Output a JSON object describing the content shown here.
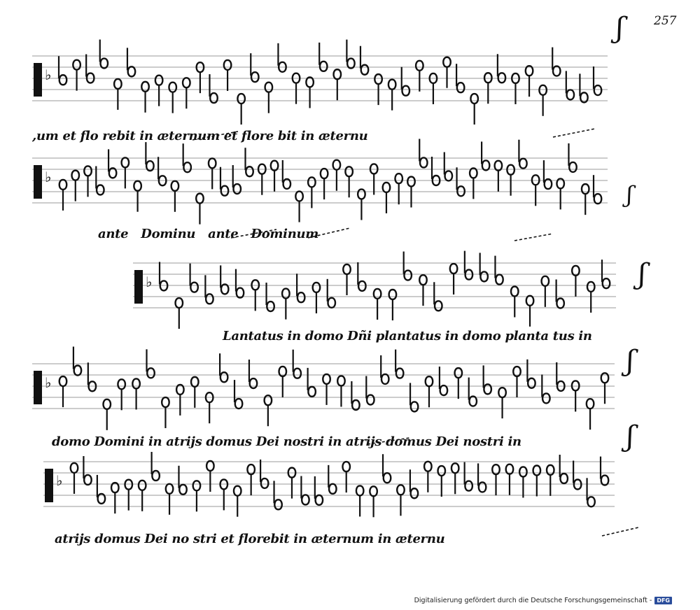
{
  "page_number": "257",
  "lyrics": [
    {
      "id": "line1",
      "text": ",um  et flo rebit          in æternum   et flore    bit in æternu"
    },
    {
      "id": "line2",
      "text": "ante Dominu          ante Dominum"
    },
    {
      "id": "line3",
      "text": "Lantatus in domo Dñi   plantatus in domo planta  tus   in"
    },
    {
      "id": "line4",
      "text": "domo Domini  in atrijs domus Dei nostri          in atrijs domus Dei nostri in"
    },
    {
      "id": "line5",
      "text": "atrijs domus Dei  no            stri      et florebit  in æternum  in æternu"
    }
  ],
  "footer": {
    "text": "Digitalisierung gefördert durch die Deutsche Forschungsgemeinschaft -",
    "logo": "DFG"
  },
  "staves": [
    {
      "id": "staff-1",
      "noteheads": 40
    },
    {
      "id": "staff-2",
      "noteheads": 44
    },
    {
      "id": "staff-3",
      "noteheads": 30
    },
    {
      "id": "staff-4",
      "noteheads": 38
    },
    {
      "id": "staff-5",
      "noteheads": 40
    }
  ]
}
